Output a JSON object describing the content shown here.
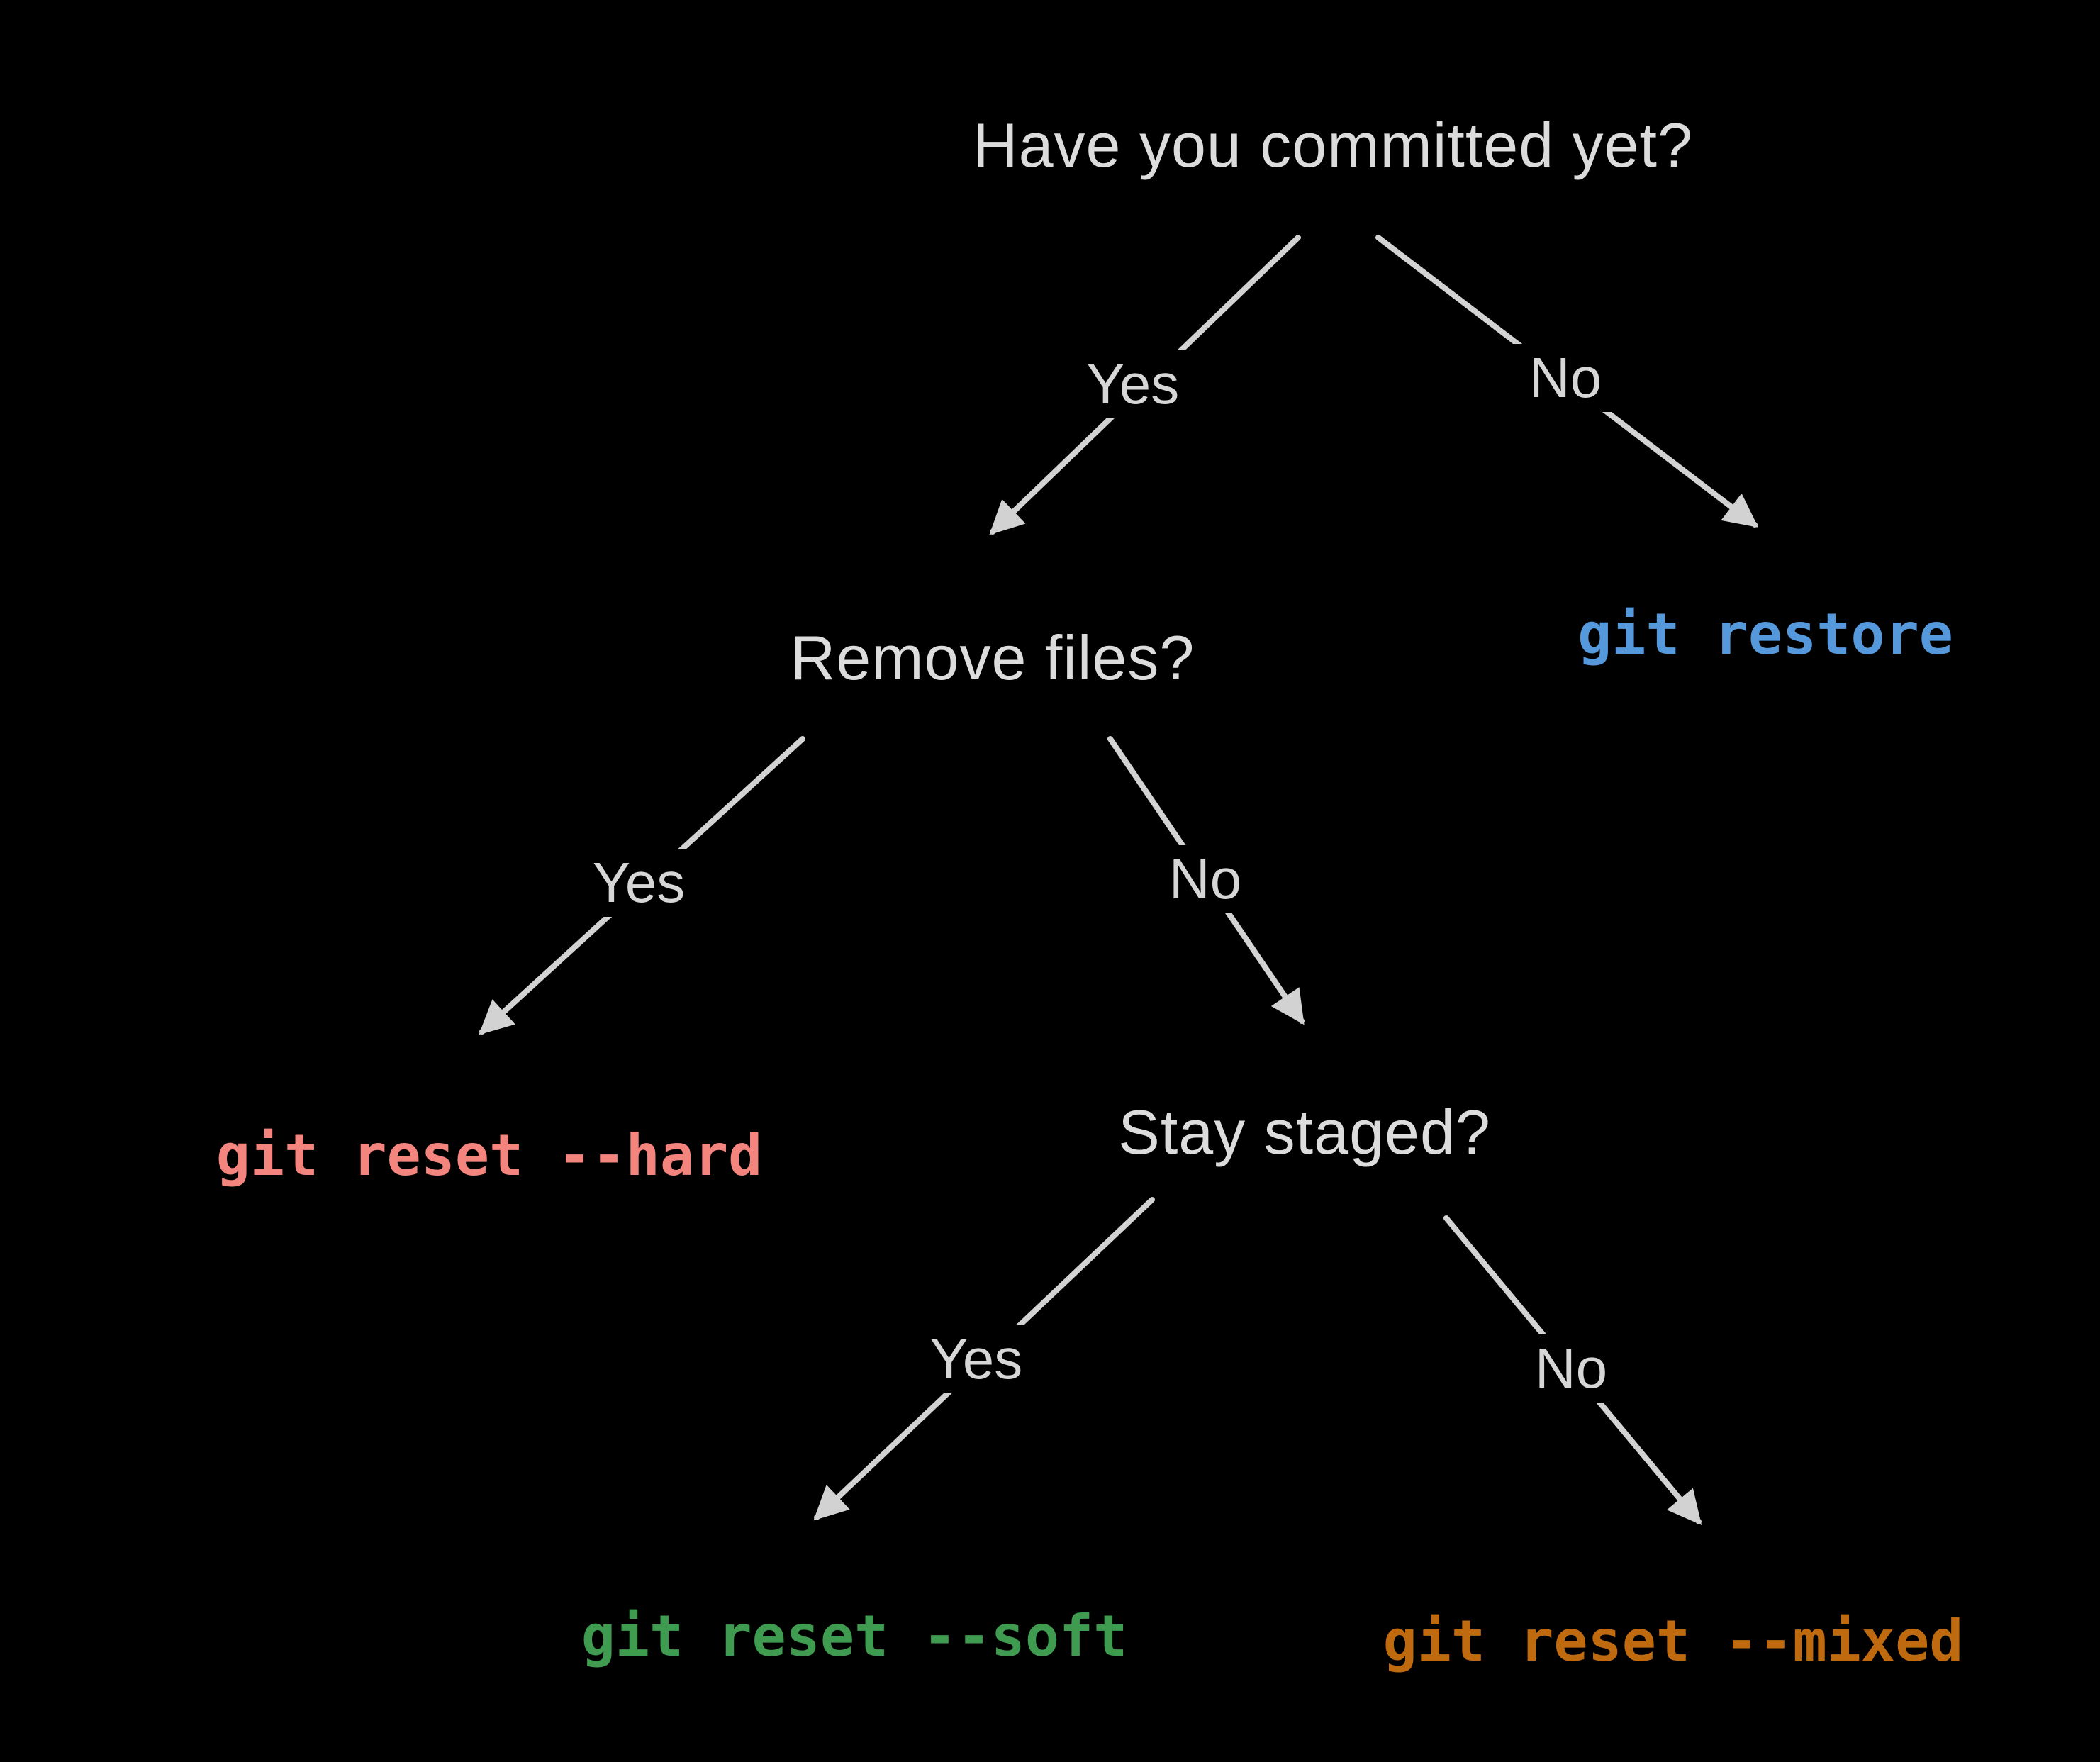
{
  "tree": {
    "questions": {
      "root": "Have you committed yet?",
      "remove_files": "Remove files?",
      "stay_staged": "Stay staged?"
    },
    "answers": {
      "yes": "Yes",
      "no": "No"
    },
    "commands": {
      "restore": {
        "text": "git restore",
        "color": "#5599DC"
      },
      "reset_hard": {
        "text": "git reset --hard",
        "color": "#F4847E"
      },
      "reset_soft": {
        "text": "git reset --soft",
        "color": "#3E9B4F"
      },
      "reset_mixed": {
        "text": "git reset --mixed",
        "color": "#C06A10"
      }
    },
    "structure": {
      "question": "Have you committed yet?",
      "yes": {
        "question": "Remove files?",
        "yes": "git reset --hard",
        "no": {
          "question": "Stay staged?",
          "yes": "git reset --soft",
          "no": "git reset --mixed"
        }
      },
      "no": "git restore"
    },
    "colors": {
      "background": "#000000",
      "question_text": "#DCDCDC",
      "answer_text": "#D6D6D6",
      "arrow": "#D2D2D2"
    }
  }
}
